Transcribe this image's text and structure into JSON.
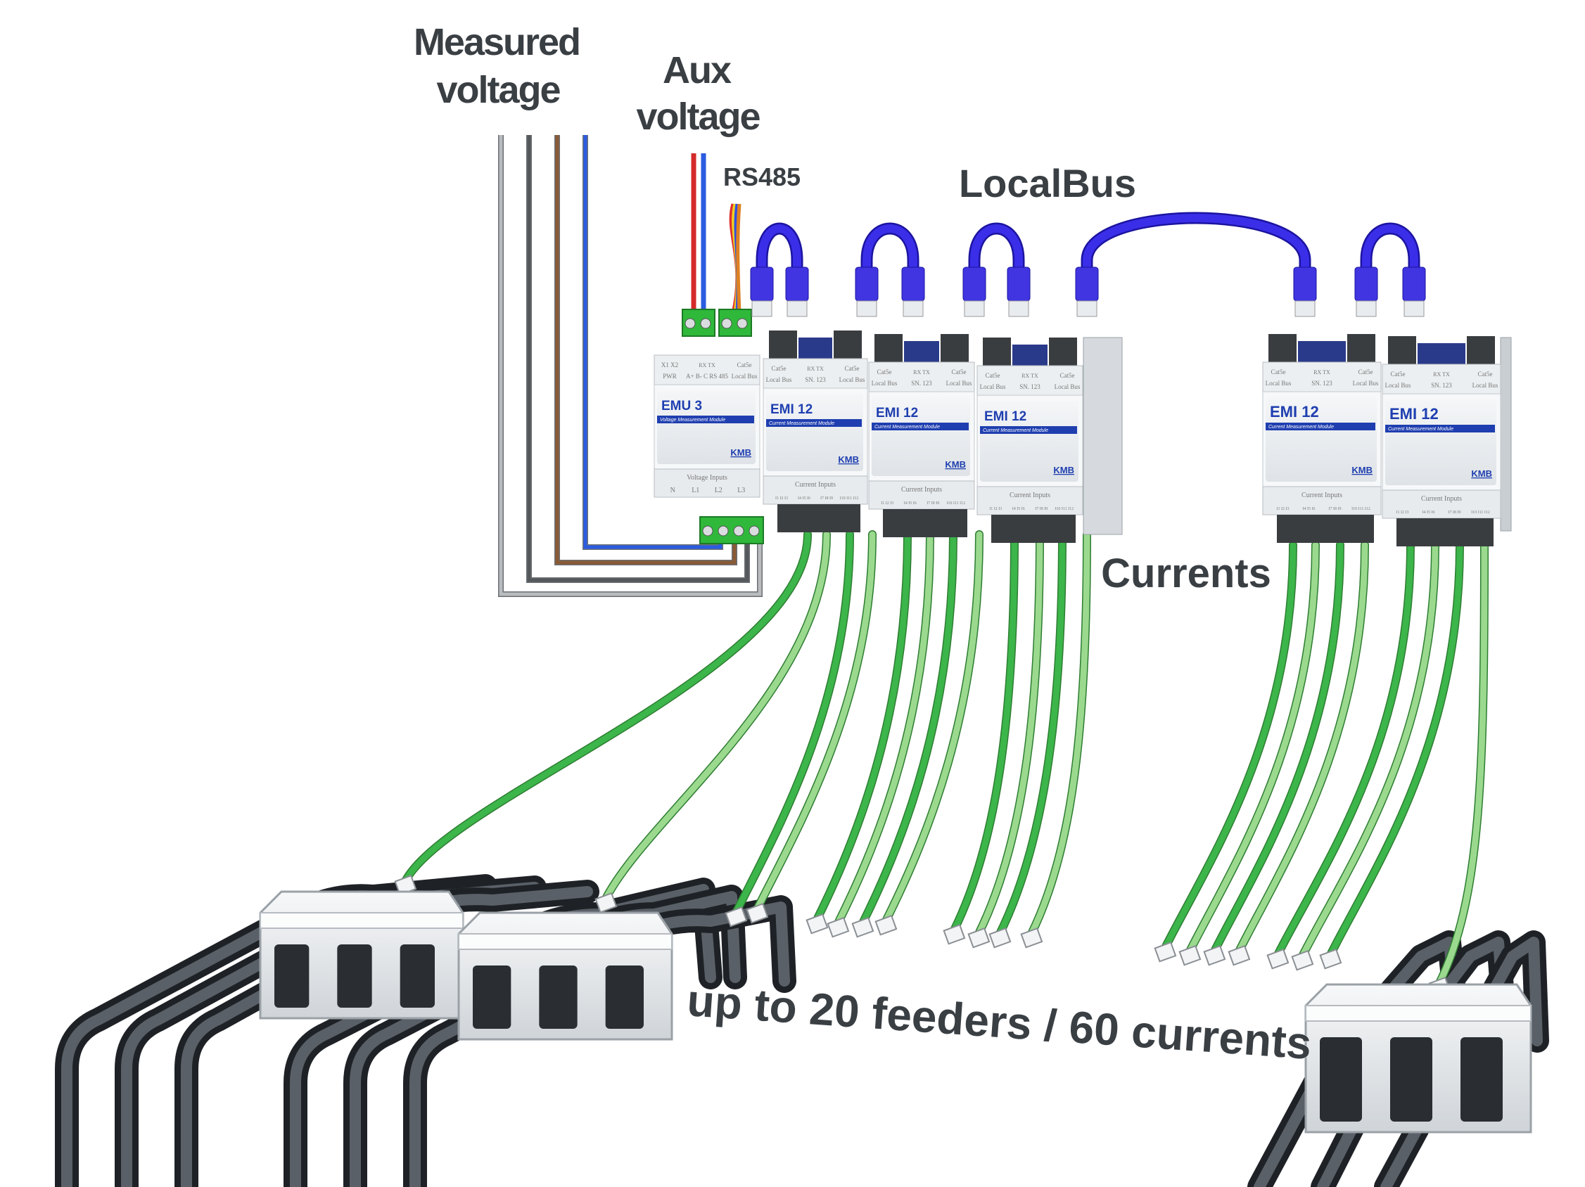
{
  "labels": {
    "measured_voltage": [
      "Measured",
      "voltage"
    ],
    "aux_voltage": [
      "Aux",
      "voltage"
    ],
    "rs485": "RS485",
    "localbus": "LocalBus",
    "currents": "Currents",
    "feeders": "up to 20 feeders / 60 currents"
  },
  "modules": [
    {
      "name": "EMU 3",
      "subtitle": "Voltage Measurement Module",
      "top_left": [
        "X1 X2",
        "PWR"
      ],
      "top_mid": [
        "RX TX",
        "A+ B- C",
        "RS 485"
      ],
      "top_right": [
        "Cat5e",
        "Local Bus"
      ],
      "bottom_title": "Voltage Inputs",
      "bottom_terms": [
        "N",
        "L1",
        "L2",
        "L3"
      ],
      "logo": "KMB"
    },
    {
      "name": "EMI 12",
      "subtitle": "Current Measurement Module",
      "top_left": [
        "Cat5e",
        "Local Bus"
      ],
      "top_mid": [
        "RX TX",
        "SN.",
        "123"
      ],
      "top_right": [
        "Cat5e",
        "Local Bus"
      ],
      "bottom_title": "Current Inputs",
      "bottom_terms": [
        "I1 I2 I3",
        "I4 I5 I6",
        "I7 I8 I9",
        "I10 I11 I12"
      ],
      "logo": "KMB"
    },
    {
      "name": "EMI 12",
      "subtitle": "Current Measurement Module",
      "top_left": [
        "Cat5e",
        "Local Bus"
      ],
      "top_mid": [
        "RX TX",
        "SN.",
        "123"
      ],
      "top_right": [
        "Cat5e",
        "Local Bus"
      ],
      "bottom_title": "Current Inputs",
      "bottom_terms": [
        "I1 I2 I3",
        "I4 I5 I6",
        "I7 I8 I9",
        "I10 I11 I12"
      ],
      "logo": "KMB"
    },
    {
      "name": "EMI 12",
      "subtitle": "Current Measurement Module",
      "top_left": [
        "Cat5e",
        "Local Bus"
      ],
      "top_mid": [
        "RX TX",
        "SN.",
        "123"
      ],
      "top_right": [
        "Cat5e",
        "Local Bus"
      ],
      "bottom_title": "Current Inputs",
      "bottom_terms": [
        "I1 I2 I3",
        "I4 I5 I6",
        "I7 I8 I9",
        "I10 I11 I12"
      ],
      "logo": "KMB"
    },
    {
      "name": "EMI 12",
      "subtitle": "Current Measurement Module",
      "top_left": [
        "Cat5e",
        "Local Bus"
      ],
      "top_mid": [
        "RX TX",
        "SN.",
        "123"
      ],
      "top_right": [
        "Cat5e",
        "Local Bus"
      ],
      "bottom_title": "Current Inputs",
      "bottom_terms": [
        "I1 I2 I3",
        "I4 I5 I6",
        "I7 I8 I9",
        "I10 I11 I12"
      ],
      "logo": "KMB"
    },
    {
      "name": "EMI 12",
      "subtitle": "Current Measurement Module",
      "top_left": [
        "Cat5e",
        "Local Bus"
      ],
      "top_mid": [
        "RX TX",
        "SN.",
        "123"
      ],
      "top_right": [
        "Cat5e",
        "Local Bus"
      ],
      "bottom_title": "Current Inputs",
      "bottom_terms": [
        "I1 I2 I3",
        "I4 I5 I6",
        "I7 I8 I9",
        "I10 I11 I12"
      ],
      "logo": "KMB"
    }
  ],
  "colors": {
    "module_blue": "#1f3fb0",
    "localbus_cable": "#3a2ee8",
    "current_cable_dark": "#3cb54a",
    "current_cable_light": "#9ad98e",
    "terminal_green": "#2fb83a",
    "voltage_wires": [
      "#b8bcbf",
      "#55595c",
      "#8a5a36",
      "#2b5be0"
    ],
    "aux_wires": [
      "#d42a2a",
      "#2b5be0"
    ],
    "busbar": "#3c4146",
    "ct_body": "#eef0f2"
  }
}
